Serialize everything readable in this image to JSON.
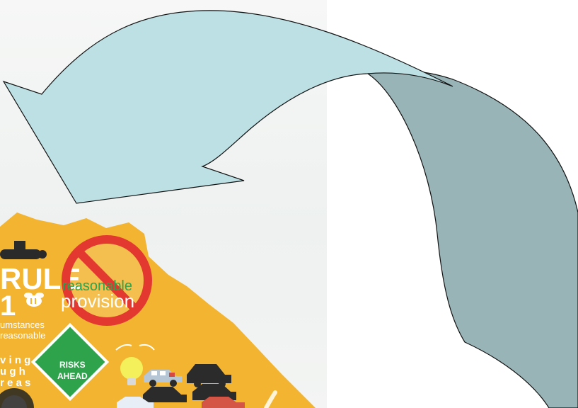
{
  "poster": {
    "rule_title": "RULE",
    "rule_number": "1",
    "rule_text_line1": "umstances",
    "rule_text_line2": "reasonable",
    "driving_line1": "v i n g",
    "driving_line2": "u g h",
    "driving_line3": "r e a s",
    "sign_word1": "reasonable",
    "sign_word2": "provision",
    "risk_line1": "RISKS",
    "risk_line2": "AHEAD"
  },
  "colors": {
    "arrow_front": "#bde0e4",
    "arrow_back": "#98b4b6",
    "poster_orange": "#f2b431",
    "no_sign_red": "#e3382f",
    "risk_green": "#2ea34b"
  },
  "icons": [
    "submarine-icon",
    "bee-icon",
    "lightbulb-icon",
    "car-icon",
    "wrench-icon"
  ]
}
